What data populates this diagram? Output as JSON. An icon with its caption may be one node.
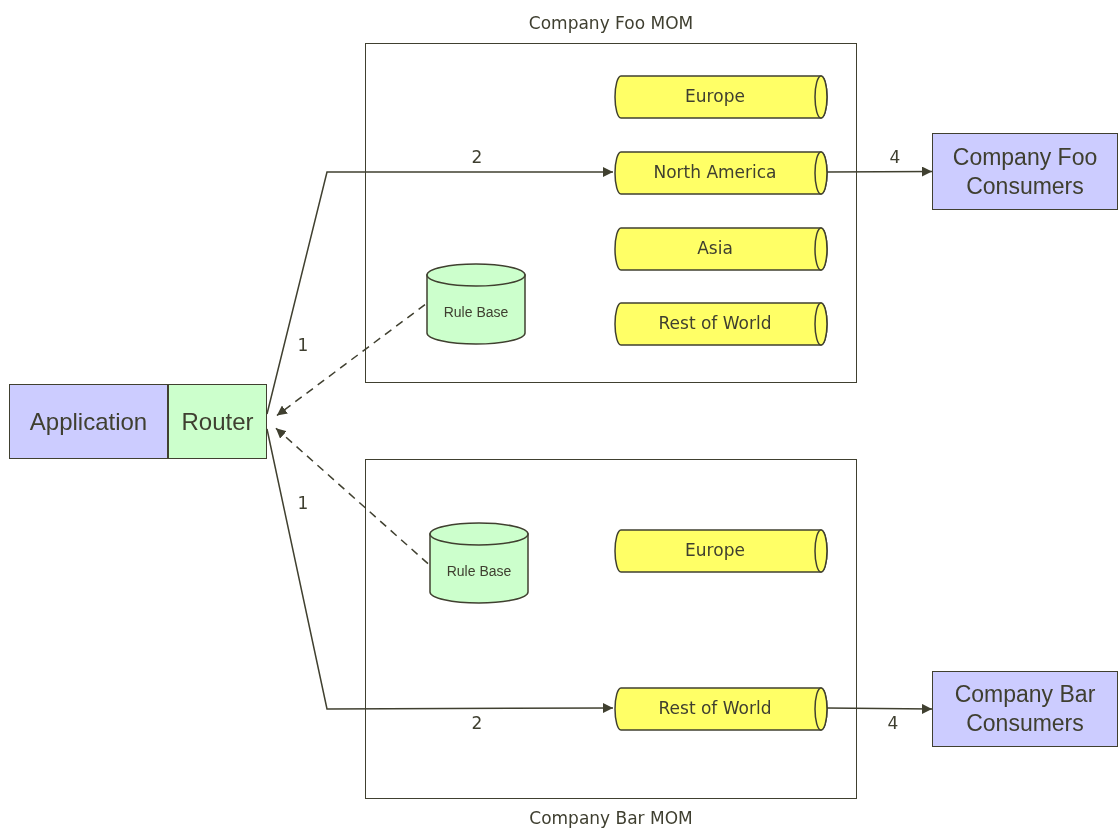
{
  "diagram": {
    "nodes": [
      {
        "text": [
          "Company Foo MOM"
        ]
      },
      {
        "text": [
          "Europe"
        ],
        "in": 0
      },
      {
        "text": [
          "North America"
        ],
        "in": 0
      },
      {
        "text": [
          "Asia"
        ],
        "in": 0
      },
      {
        "text": [
          "Rest of World"
        ],
        "in": 0
      },
      {
        "text": [
          "Rule Base"
        ],
        "in": 0
      },
      {
        "text": [
          "Application"
        ]
      },
      {
        "text": [
          "Router"
        ]
      },
      {
        "text": [
          "Company Foo Consumers"
        ]
      },
      {
        "text": [
          "Company Bar MOM"
        ]
      },
      {
        "text": [
          "Rule Base"
        ],
        "in": 9
      },
      {
        "text": [
          "Europe"
        ],
        "in": 9
      },
      {
        "text": [
          "Rest of World"
        ],
        "in": 9
      },
      {
        "text": [
          "Company Bar Consumers"
        ]
      }
    ],
    "edges": [
      {
        "from": 7,
        "to": 2,
        "arrow": "to",
        "label": "2"
      },
      {
        "from": 2,
        "to": 8,
        "arrow": "to",
        "label": "4"
      },
      {
        "from": 5,
        "to": 7,
        "arrow": "to",
        "style": "dashed",
        "label": "1"
      },
      {
        "from": 10,
        "to": 7,
        "arrow": "to",
        "style": "dashed",
        "label": "1"
      },
      {
        "from": 7,
        "to": 12,
        "arrow": "to",
        "label": "2"
      },
      {
        "from": 12,
        "to": 13,
        "arrow": "to",
        "label": "4"
      }
    ]
  }
}
